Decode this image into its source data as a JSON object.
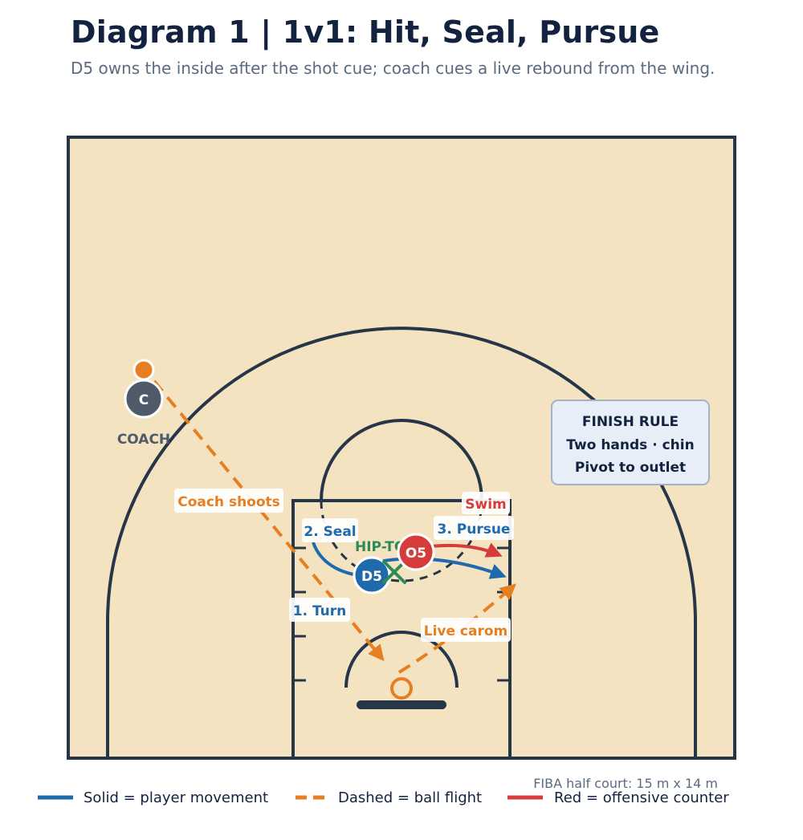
{
  "title": "Diagram 1 | 1v1: Hit, Seal, Pursue",
  "subtitle": "D5 owns the inside after the shot cue; coach cues a live rebound from the wing.",
  "players": {
    "coach": {
      "token": "C",
      "caption": "COACH"
    },
    "defender": {
      "token": "D5"
    },
    "offense": {
      "token": "O5"
    }
  },
  "labels": {
    "coach_shoots": "Coach shoots",
    "seal": "2. Seal",
    "hip_to": "HIP-TO",
    "swim": "Swim",
    "pursue": "3. Pursue",
    "turn": "1. Turn",
    "live_carom": "Live carom"
  },
  "finish_rule": {
    "title": "FINISH RULE",
    "line1": "Two hands · chin",
    "line2": "Pivot to outlet"
  },
  "court_note": "FIBA half court: 15 m x 14 m",
  "legend": [
    {
      "label": "Solid = player movement",
      "color": "#1f6aad",
      "style": "solid"
    },
    {
      "label": "Dashed = ball flight",
      "color": "#e67e22",
      "style": "dashed"
    },
    {
      "label": "Red = offensive counter",
      "color": "#d63c3c",
      "style": "solid"
    }
  ],
  "colors": {
    "court_fill": "#f3e3c0",
    "court_lines": "#263548",
    "player_move": "#1f6aad",
    "ball_flight": "#e67e22",
    "offense_counter": "#d63c3c",
    "contact": "#2e8b57",
    "coach": "#4f5a6b"
  }
}
